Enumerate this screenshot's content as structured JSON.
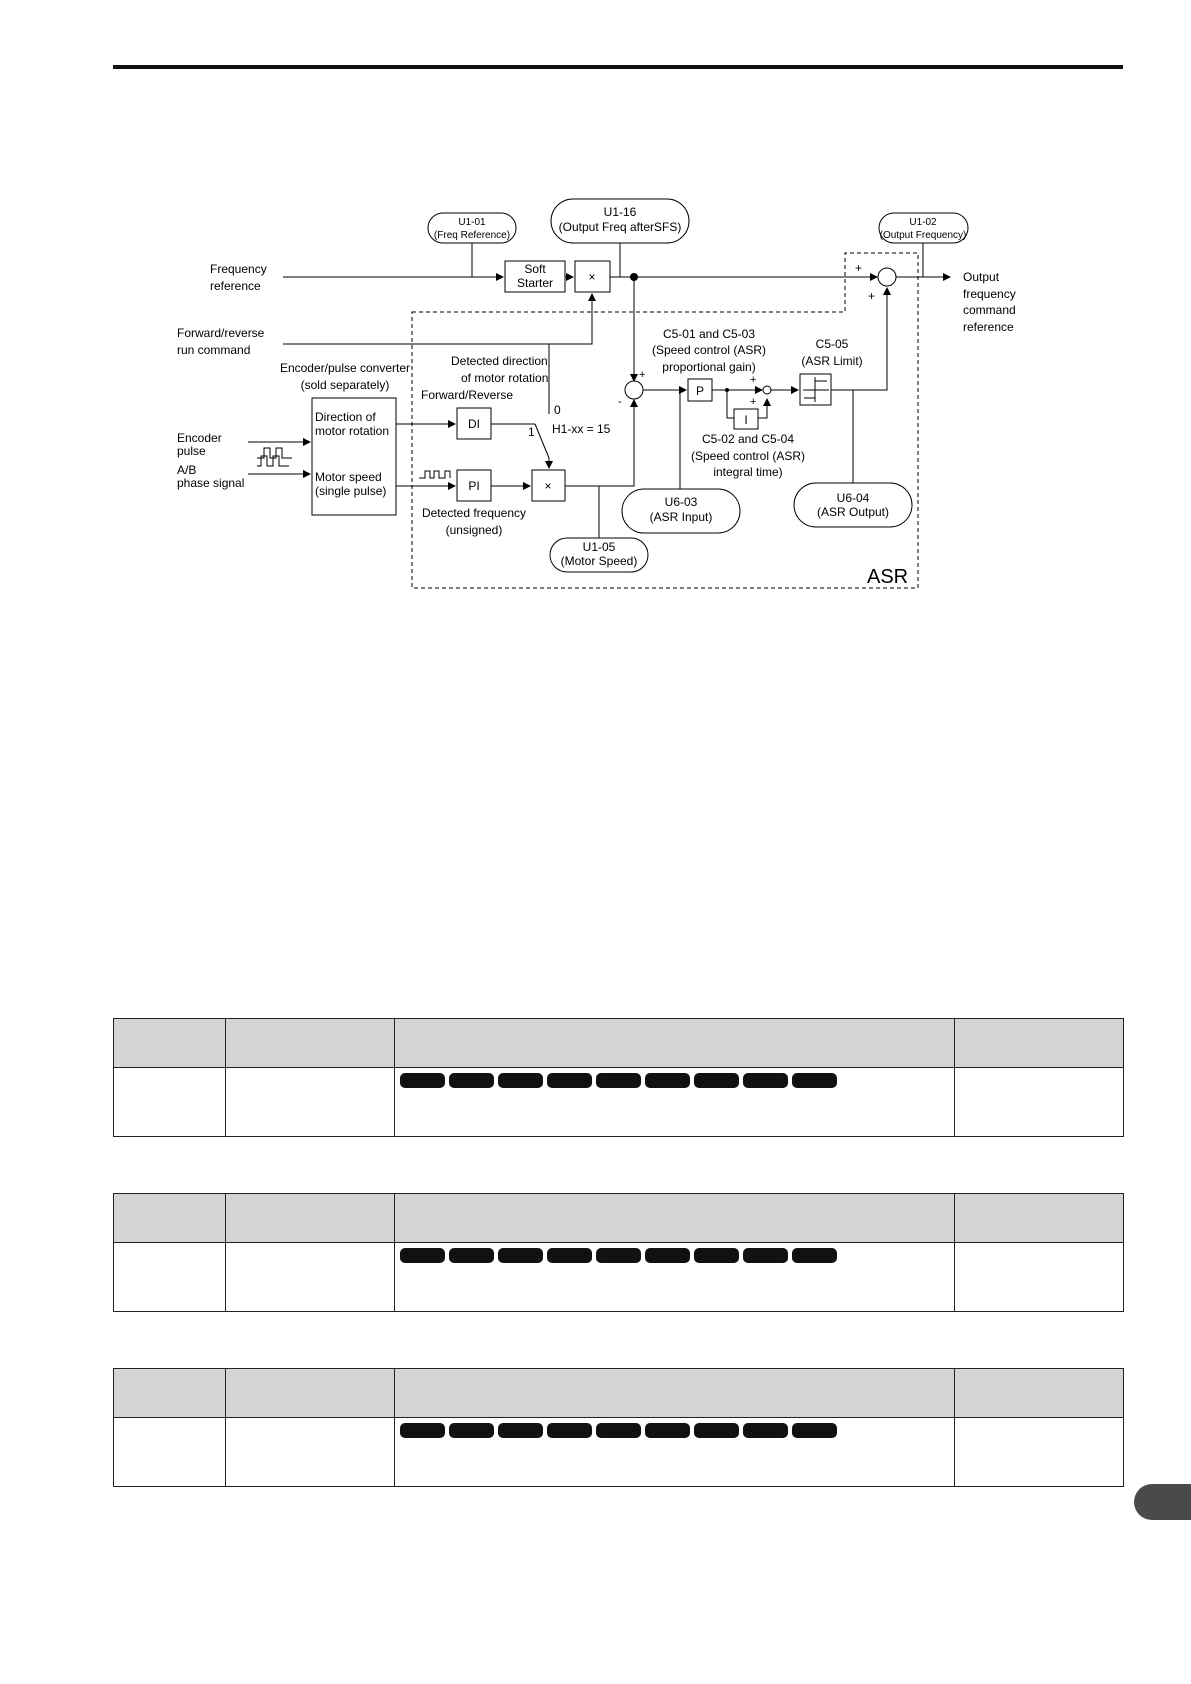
{
  "diagram": {
    "labels": {
      "u101_id": "U1-01",
      "u101_name": "(Freq Reference)",
      "u116_id": "U1-16",
      "u116_name": "(Output Freq afterSFS)",
      "u102_id": "U1-02",
      "u102_name": "(Output Frequency)",
      "freq_ref_1": "Frequency",
      "freq_ref_2": "reference",
      "soft_1": "Soft",
      "soft_2": "Starter",
      "mult": "×",
      "plus": "+",
      "minus": "-",
      "out_1": "Output",
      "out_2": "frequency",
      "out_3": "command",
      "out_4": "reference",
      "fwd_1": "Forward/reverse",
      "fwd_2": "run command",
      "enc_conv_1": "Encoder/pulse converter",
      "enc_conv_2": "(sold separately)",
      "dir_1": "Direction of",
      "dir_2": "motor rotation",
      "spd_1": "Motor speed",
      "spd_2": "(single pulse)",
      "det_dir_1": "Detected direction",
      "det_dir_2": "of motor rotation",
      "fr": "Forward/Reverse",
      "di": "DI",
      "pi": "PI",
      "sw0": "0",
      "sw1": "1",
      "h1": "H1-xx = 15",
      "det_freq_1": "Detected frequency",
      "det_freq_2": "(unsigned)",
      "enc_1": "Encoder",
      "enc_2": "pulse",
      "ab_1": "A/B",
      "ab_2": "phase signal",
      "c501_1": "C5-01 and C5-03",
      "c501_2": "(Speed control (ASR)",
      "c501_3": "proportional gain)",
      "p": "P",
      "i": "I",
      "c502_1": "C5-02 and C5-04",
      "c502_2": "(Speed control (ASR)",
      "c502_3": "integral time)",
      "c505_1": "C5-05",
      "c505_2": "(ASR Limit)",
      "u603_id": "U6-03",
      "u603_name": "(ASR Input)",
      "u604_id": "U6-04",
      "u604_name": "(ASR Output)",
      "u105_id": "U1-05",
      "u105_name": "(Motor Speed)",
      "asr": "ASR"
    }
  },
  "tables": [
    {
      "badge_count": 9
    },
    {
      "badge_count": 9
    },
    {
      "badge_count": 9
    }
  ]
}
